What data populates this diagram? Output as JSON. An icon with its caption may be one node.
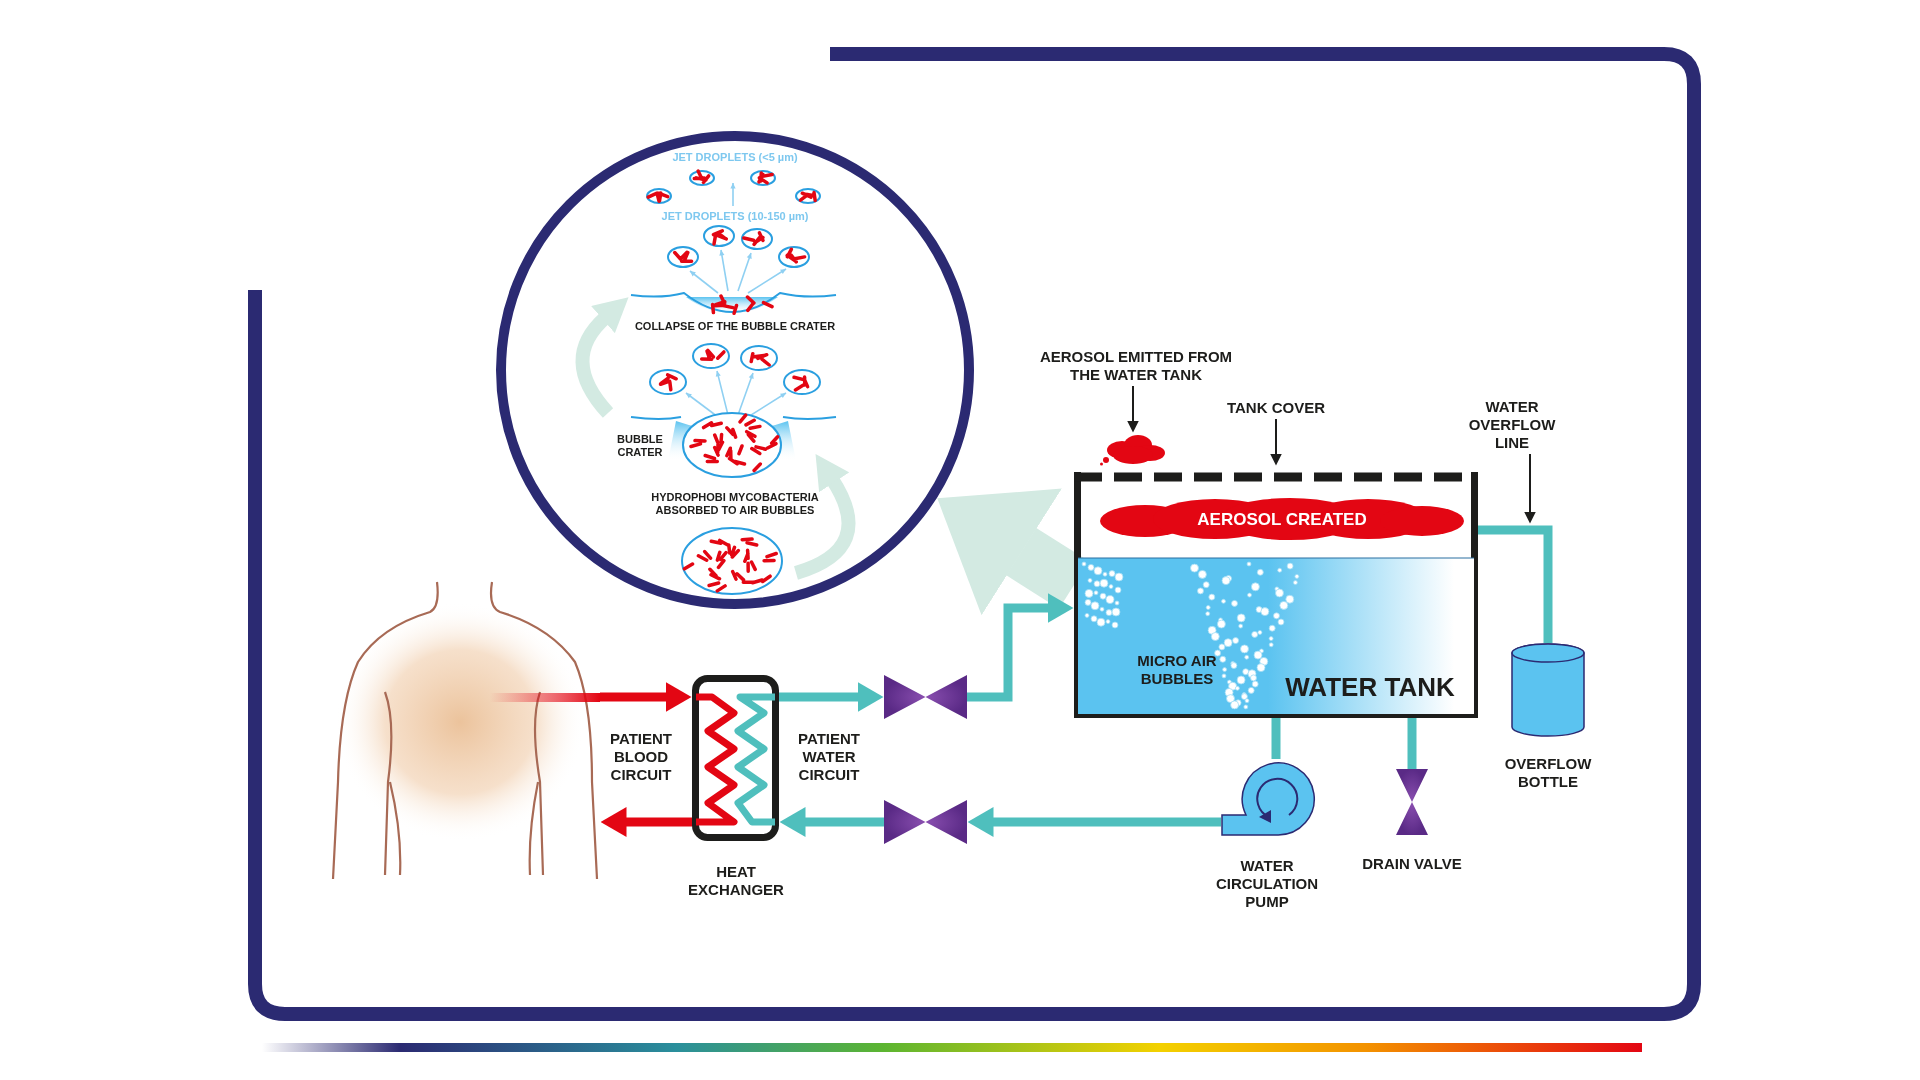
{
  "diagram": {
    "nodes": [
      {
        "text": [
          "JET DROPLETS (<5 µm)",
          "JET DROPLETS (10-150 µm)",
          "COLLAPSE OF THE BUBBLE CRATER",
          "BUBBLE CRATER",
          "HYDROPHOBI MYCOBACTERIA ABSORBED TO AIR BUBBLES"
        ]
      },
      {
        "text": [
          "AEROSOL EMITTED FROM THE WATER TANK"
        ]
      },
      {
        "text": [],
        "shape": "cloud"
      },
      {
        "text": [
          "TANK COVER"
        ]
      },
      {
        "text": [
          "WATER OVERFLOW LINE"
        ]
      },
      {
        "text": [
          "WATER TANK",
          "MICRO AIR BUBBLES"
        ]
      },
      {
        "text": [
          "AEROSOL CREATED"
        ],
        "in": 5
      },
      {
        "text": [],
        "shape": "person"
      },
      {
        "text": [
          "HEAT EXCHANGER"
        ]
      },
      {
        "text": [],
        "shape": "valve"
      },
      {
        "text": [],
        "shape": "valve"
      },
      {
        "text": [
          "OVERFLOW BOTTLE"
        ]
      },
      {
        "text": [
          "WATER CIRCULATION PUMP"
        ]
      },
      {
        "text": [
          "DRAIN VALVE"
        ]
      }
    ],
    "edges": [
      {
        "from": 1,
        "to": 2,
        "arrow": "to",
        "color": "#1d1d1b"
      },
      {
        "from": 3,
        "to": null,
        "arrow": "to",
        "color": "#1d1d1b"
      },
      {
        "from": 4,
        "to": null,
        "arrow": "to",
        "color": "#1d1d1b"
      },
      {
        "from": 5,
        "to": 0,
        "arrow": "to",
        "style": "thick",
        "color": "#d3eae2"
      },
      {
        "from": 7,
        "to": 8,
        "arrow": "to",
        "color": "#e30613"
      },
      {
        "from": 8,
        "to": 7,
        "arrow": "to",
        "color": "#e30613"
      },
      {
        "from": 8,
        "to": 9,
        "arrow": "to"
      },
      {
        "from": 9,
        "to": 5,
        "arrow": "to"
      },
      {
        "from": 5,
        "to": 12,
        "arrow": "none"
      },
      {
        "from": 12,
        "to": 10,
        "arrow": "to"
      },
      {
        "from": 10,
        "to": 8,
        "arrow": "to"
      },
      {
        "from": 5,
        "to": 11,
        "arrow": "none"
      },
      {
        "from": 5,
        "to": 13,
        "arrow": "none"
      }
    ],
    "labels": [
      "PATIENT BLOOD CIRCUIT",
      "PATIENT WATER CIRCUIT"
    ]
  }
}
